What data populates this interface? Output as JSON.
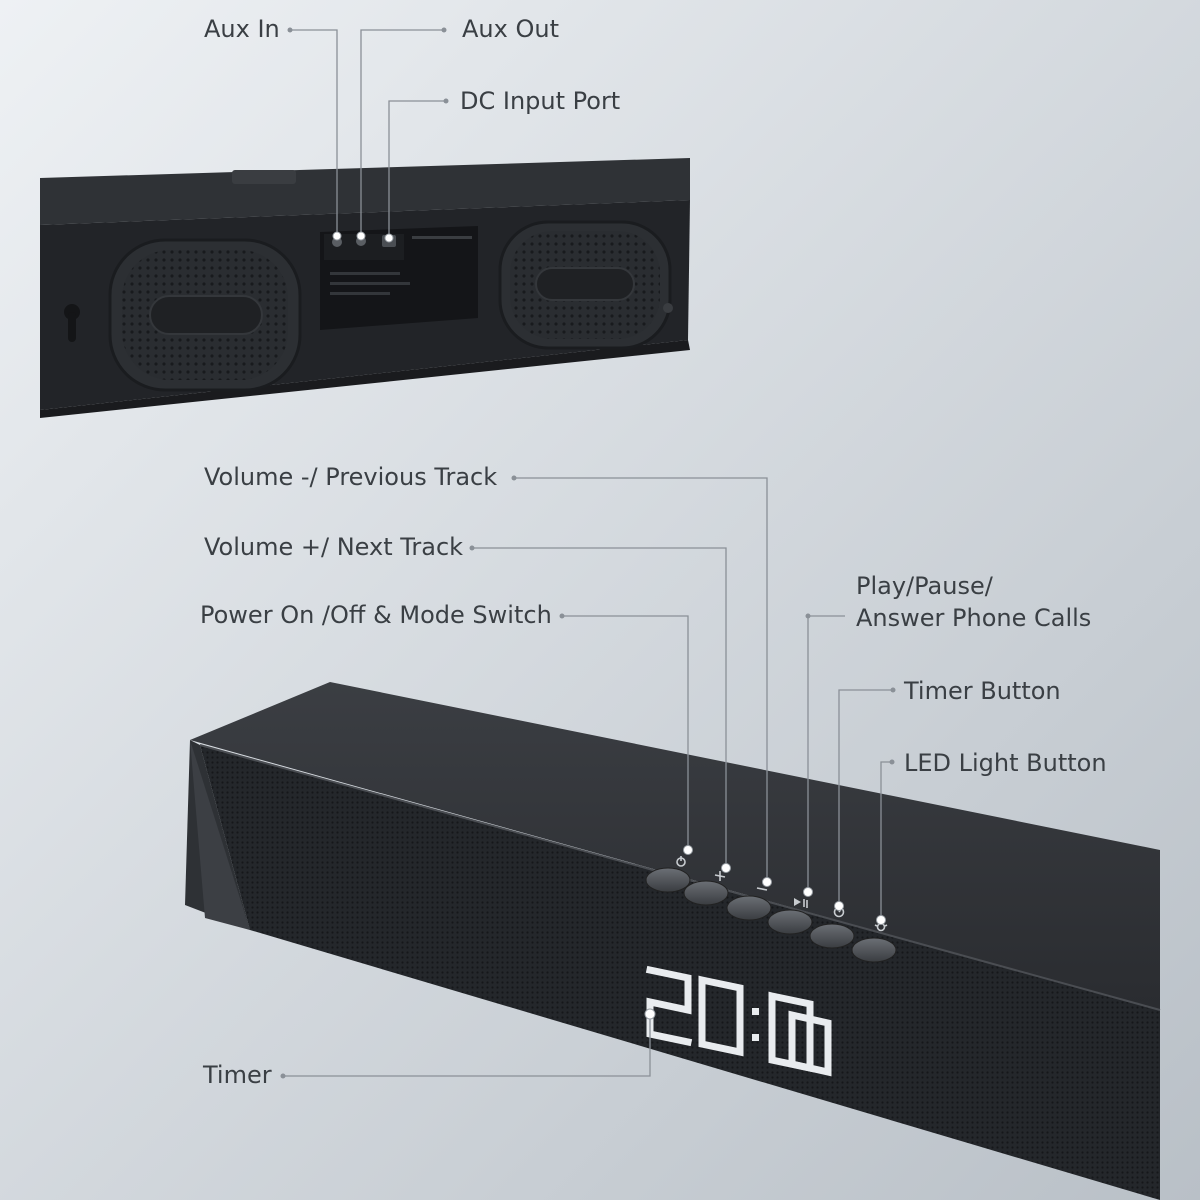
{
  "top_callouts": {
    "aux_in": "Aux In",
    "aux_out": "Aux Out",
    "dc_input": "DC Input Port"
  },
  "button_callouts": {
    "volume_minus": "Volume -/ Previous Track",
    "volume_plus": "Volume +/ Next Track",
    "power": "Power On /Off & Mode Switch",
    "play_line1": "Play/Pause/",
    "play_line2": "Answer Phone Calls",
    "timer_button": "Timer Button",
    "led_button": "LED Light Button"
  },
  "display_callout": {
    "timer": "Timer"
  },
  "display": {
    "time": "20:00"
  },
  "colors": {
    "label_text": "#3a3f44",
    "leader_line": "#8a9097",
    "speaker_body": "#1e2024",
    "led_digits": "#e9ecef"
  }
}
